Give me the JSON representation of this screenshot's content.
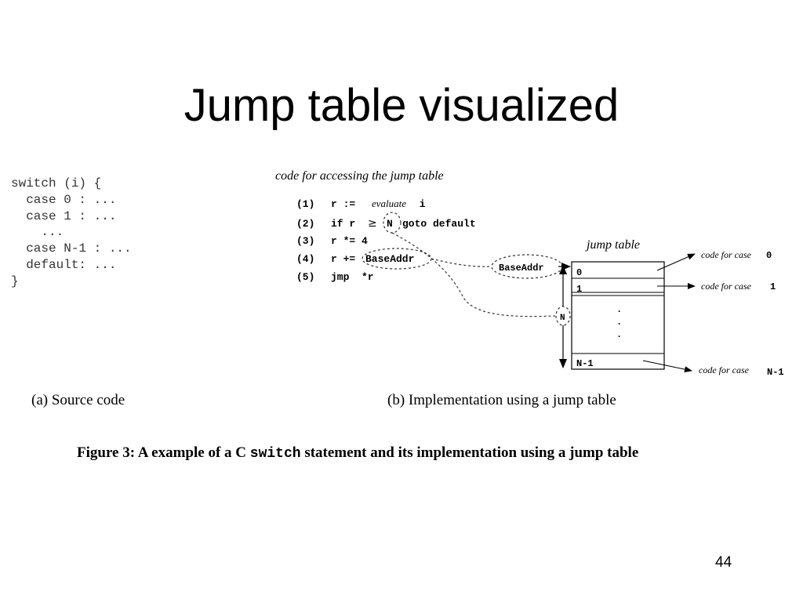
{
  "slide": {
    "title": "Jump table visualized",
    "page_number": "44"
  },
  "source_code": {
    "lines": [
      "switch (i) {",
      "  case 0 : ...",
      "  case 1 : ...",
      "    ...",
      "  case N-1 : ...",
      "  default: ...",
      "}"
    ],
    "caption": "(a) Source code"
  },
  "implementation": {
    "heading": "code for accessing the jump table",
    "steps": [
      {
        "num": "(1)",
        "code": "r := ",
        "italic": "evaluate",
        "tail": " i"
      },
      {
        "num": "(2)",
        "code": "if r ",
        "ge": "≥",
        "n": "N",
        "tail": "goto default"
      },
      {
        "num": "(3)",
        "code": "r *= 4"
      },
      {
        "num": "(4)",
        "code": "r += ",
        "base": "BaseAddr"
      },
      {
        "num": "(5)",
        "code": "jmp  *r"
      }
    ],
    "baseaddr_label": "BaseAddr",
    "n_label": "N",
    "jump_table_label": "jump table",
    "entries": [
      "0",
      "1",
      ".",
      ".",
      ".",
      "N-1"
    ],
    "targets": [
      {
        "text": "code for case",
        "value": "0"
      },
      {
        "text": "code for case",
        "value": "1"
      },
      {
        "text": "code for case",
        "value": "N-1"
      }
    ],
    "caption": "(b) Implementation using a jump table"
  },
  "figure_caption": {
    "prefix": "Figure 3:  A example of a C ",
    "keyword": "switch",
    "suffix": " statement and its implementation using a jump table"
  }
}
